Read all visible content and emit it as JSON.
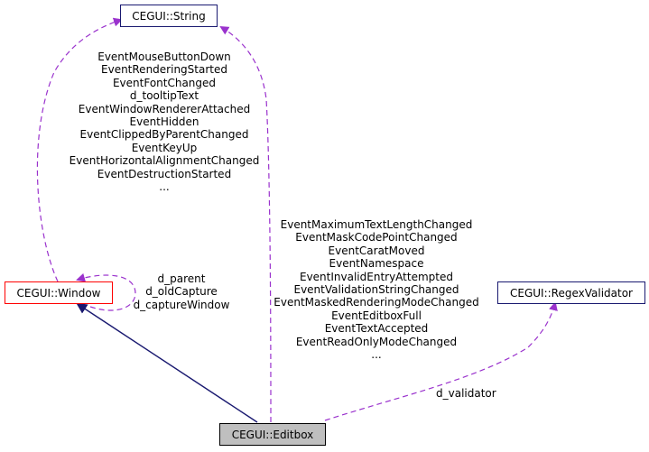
{
  "nodes": {
    "string": "CEGUI::String",
    "window": "CEGUI::Window",
    "regex_validator": "CEGUI::RegexValidator",
    "editbox": "CEGUI::Editbox"
  },
  "labels": {
    "window_to_string": [
      "EventMouseButtonDown",
      "EventRenderingStarted",
      "EventFontChanged",
      "d_tooltipText",
      "EventWindowRendererAttached",
      "EventHidden",
      "EventClippedByParentChanged",
      "EventKeyUp",
      "EventHorizontalAlignmentChanged",
      "EventDestructionStarted",
      "..."
    ],
    "window_self": [
      "d_parent",
      "d_oldCapture",
      "d_captureWindow"
    ],
    "editbox_to_string": [
      "EventMaximumTextLengthChanged",
      "EventMaskCodePointChanged",
      "EventCaratMoved",
      "EventNamespace",
      "EventInvalidEntryAttempted",
      "EventValidationStringChanged",
      "EventMaskedRenderingModeChanged",
      "EventEditboxFull",
      "EventTextAccepted",
      "EventReadOnlyModeChanged",
      "..."
    ],
    "editbox_to_validator": "d_validator"
  },
  "colors": {
    "usage_edge": "#9a32cd",
    "inheritance_edge": "#191970",
    "node_border": "#191970",
    "highlight_border": "#ff0000",
    "current_node_fill": "#bfbfbf"
  }
}
